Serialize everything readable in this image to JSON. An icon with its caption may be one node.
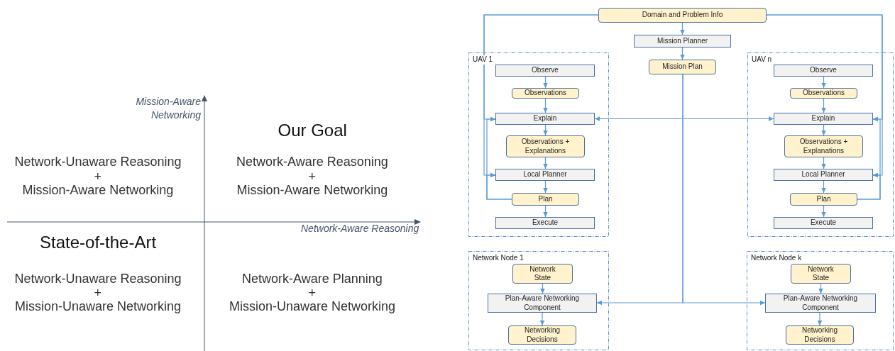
{
  "diagram": {
    "nodes": [
      {
        "text": [
          "Domain and Problem Info"
        ]
      },
      {
        "text": [
          "Mission Planner"
        ]
      },
      {
        "text": [
          "Mission Plan"
        ]
      },
      {
        "text": [
          "UAV 1"
        ]
      },
      {
        "text": [
          "Observe"
        ],
        "in": 3
      },
      {
        "text": [
          "Observations"
        ],
        "in": 3
      },
      {
        "text": [
          "Explain"
        ],
        "in": 3
      },
      {
        "text": [
          "Observations + Explanations"
        ],
        "in": 3
      },
      {
        "text": [
          "Local Planner"
        ],
        "in": 3
      },
      {
        "text": [
          "Plan"
        ],
        "in": 3
      },
      {
        "text": [
          "Execute"
        ],
        "in": 3
      },
      {
        "text": [
          "UAV n"
        ]
      },
      {
        "text": [
          "Observe"
        ],
        "in": 11
      },
      {
        "text": [
          "Observations"
        ],
        "in": 11
      },
      {
        "text": [
          "Explain"
        ],
        "in": 11
      },
      {
        "text": [
          "Observations + Explanations"
        ],
        "in": 11
      },
      {
        "text": [
          "Local Planner"
        ],
        "in": 11
      },
      {
        "text": [
          "Plan"
        ],
        "in": 11
      },
      {
        "text": [
          "Execute"
        ],
        "in": 11
      },
      {
        "text": [
          "Network Node 1"
        ]
      },
      {
        "text": [
          "Network State"
        ],
        "in": 19
      },
      {
        "text": [
          "Plan-Aware Networking Component"
        ],
        "in": 19
      },
      {
        "text": [
          "Networking Decisions"
        ],
        "in": 19
      },
      {
        "text": [
          "Network Node k"
        ]
      },
      {
        "text": [
          "Network State"
        ],
        "in": 23
      },
      {
        "text": [
          "Plan-Aware Networking Component"
        ],
        "in": 23
      },
      {
        "text": [
          "Networking Decisions"
        ],
        "in": 23
      }
    ],
    "edges": [
      {
        "from": 0,
        "to": 1,
        "arrow": "to"
      },
      {
        "from": 1,
        "to": 2,
        "arrow": "to"
      },
      {
        "from": 4,
        "to": 5,
        "arrow": "to"
      },
      {
        "from": 5,
        "to": 6,
        "arrow": "to"
      },
      {
        "from": 6,
        "to": 7,
        "arrow": "to"
      },
      {
        "from": 7,
        "to": 8,
        "arrow": "to"
      },
      {
        "from": 8,
        "to": 9,
        "arrow": "to"
      },
      {
        "from": 9,
        "to": 10,
        "arrow": "to"
      },
      {
        "from": 12,
        "to": 13,
        "arrow": "to"
      },
      {
        "from": 13,
        "to": 14,
        "arrow": "to"
      },
      {
        "from": 14,
        "to": 15,
        "arrow": "to"
      },
      {
        "from": 15,
        "to": 16,
        "arrow": "to"
      },
      {
        "from": 16,
        "to": 17,
        "arrow": "to"
      },
      {
        "from": 17,
        "to": 18,
        "arrow": "to"
      },
      {
        "from": 0,
        "to": 6,
        "arrow": "to"
      },
      {
        "from": 0,
        "to": 8,
        "arrow": "to"
      },
      {
        "from": 9,
        "to": 6,
        "arrow": "to"
      },
      {
        "from": 9,
        "to": 8,
        "arrow": "to"
      },
      {
        "from": 0,
        "to": 14,
        "arrow": "to"
      },
      {
        "from": 0,
        "to": 16,
        "arrow": "to"
      },
      {
        "from": 17,
        "to": 14,
        "arrow": "to"
      },
      {
        "from": 17,
        "to": 16,
        "arrow": "to"
      },
      {
        "from": 6,
        "to": 14,
        "arrow": "both"
      },
      {
        "from": 2,
        "to": 21,
        "arrow": "to"
      },
      {
        "from": 2,
        "to": 25,
        "arrow": "to"
      },
      {
        "from": 20,
        "to": 21,
        "arrow": "to"
      },
      {
        "from": 21,
        "to": 22,
        "arrow": "to"
      },
      {
        "from": 24,
        "to": 25,
        "arrow": "to"
      },
      {
        "from": 25,
        "to": 26,
        "arrow": "to"
      }
    ],
    "labels": [
      "Mission-Aware Networking",
      "Our Goal",
      "Network-Unaware Reasoning",
      "Network-Aware Reasoning",
      "+",
      "+",
      "Mission-Aware Networking",
      "Mission-Aware Networking",
      "Network-Aware Reasoning",
      "State-of-the-Art",
      "Network-Unaware Reasoning",
      "Network-Aware Planning",
      "+",
      "+",
      "Mission-Unaware Networking",
      "Mission-Unaware Networking"
    ]
  }
}
